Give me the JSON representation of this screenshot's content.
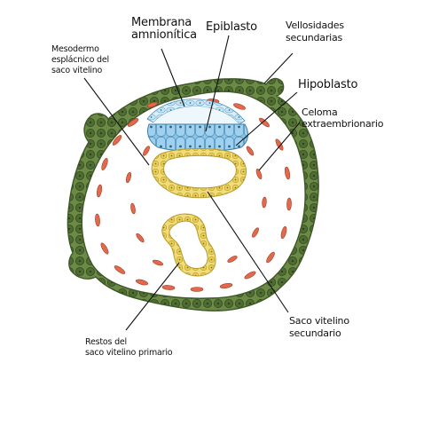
{
  "labels": {
    "membrana_l1": "Membrana",
    "membrana_l2": "amnionítica",
    "epiblasto": "Epiblasto",
    "vellosidades_l1": "Vellosidades",
    "vellosidades_l2": "secundarias",
    "mesodermo_l1": "Mesodermo",
    "mesodermo_l2": "esplácnico del",
    "mesodermo_l3": "saco vitelino",
    "hipoblasto": "Hipoblasto",
    "celoma_l1": "Celoma",
    "celoma_l2": "extraembrionario",
    "saco_secundario_l1": "Saco vitelino",
    "saco_secundario_l2": "secundario",
    "restos_l1": "Restos del",
    "restos_l2": "saco vitelino primario"
  },
  "colors": {
    "trophoblast": "#5b7a3a",
    "trophoblast_dark": "#3e5828",
    "mesoderm_cells": "#e06a4e",
    "amnion": "#9fd0ea",
    "epiblast": "#8cc4e6",
    "yolk_sac": "#e8d36a",
    "yolk_sac_dark": "#b89a2a"
  }
}
